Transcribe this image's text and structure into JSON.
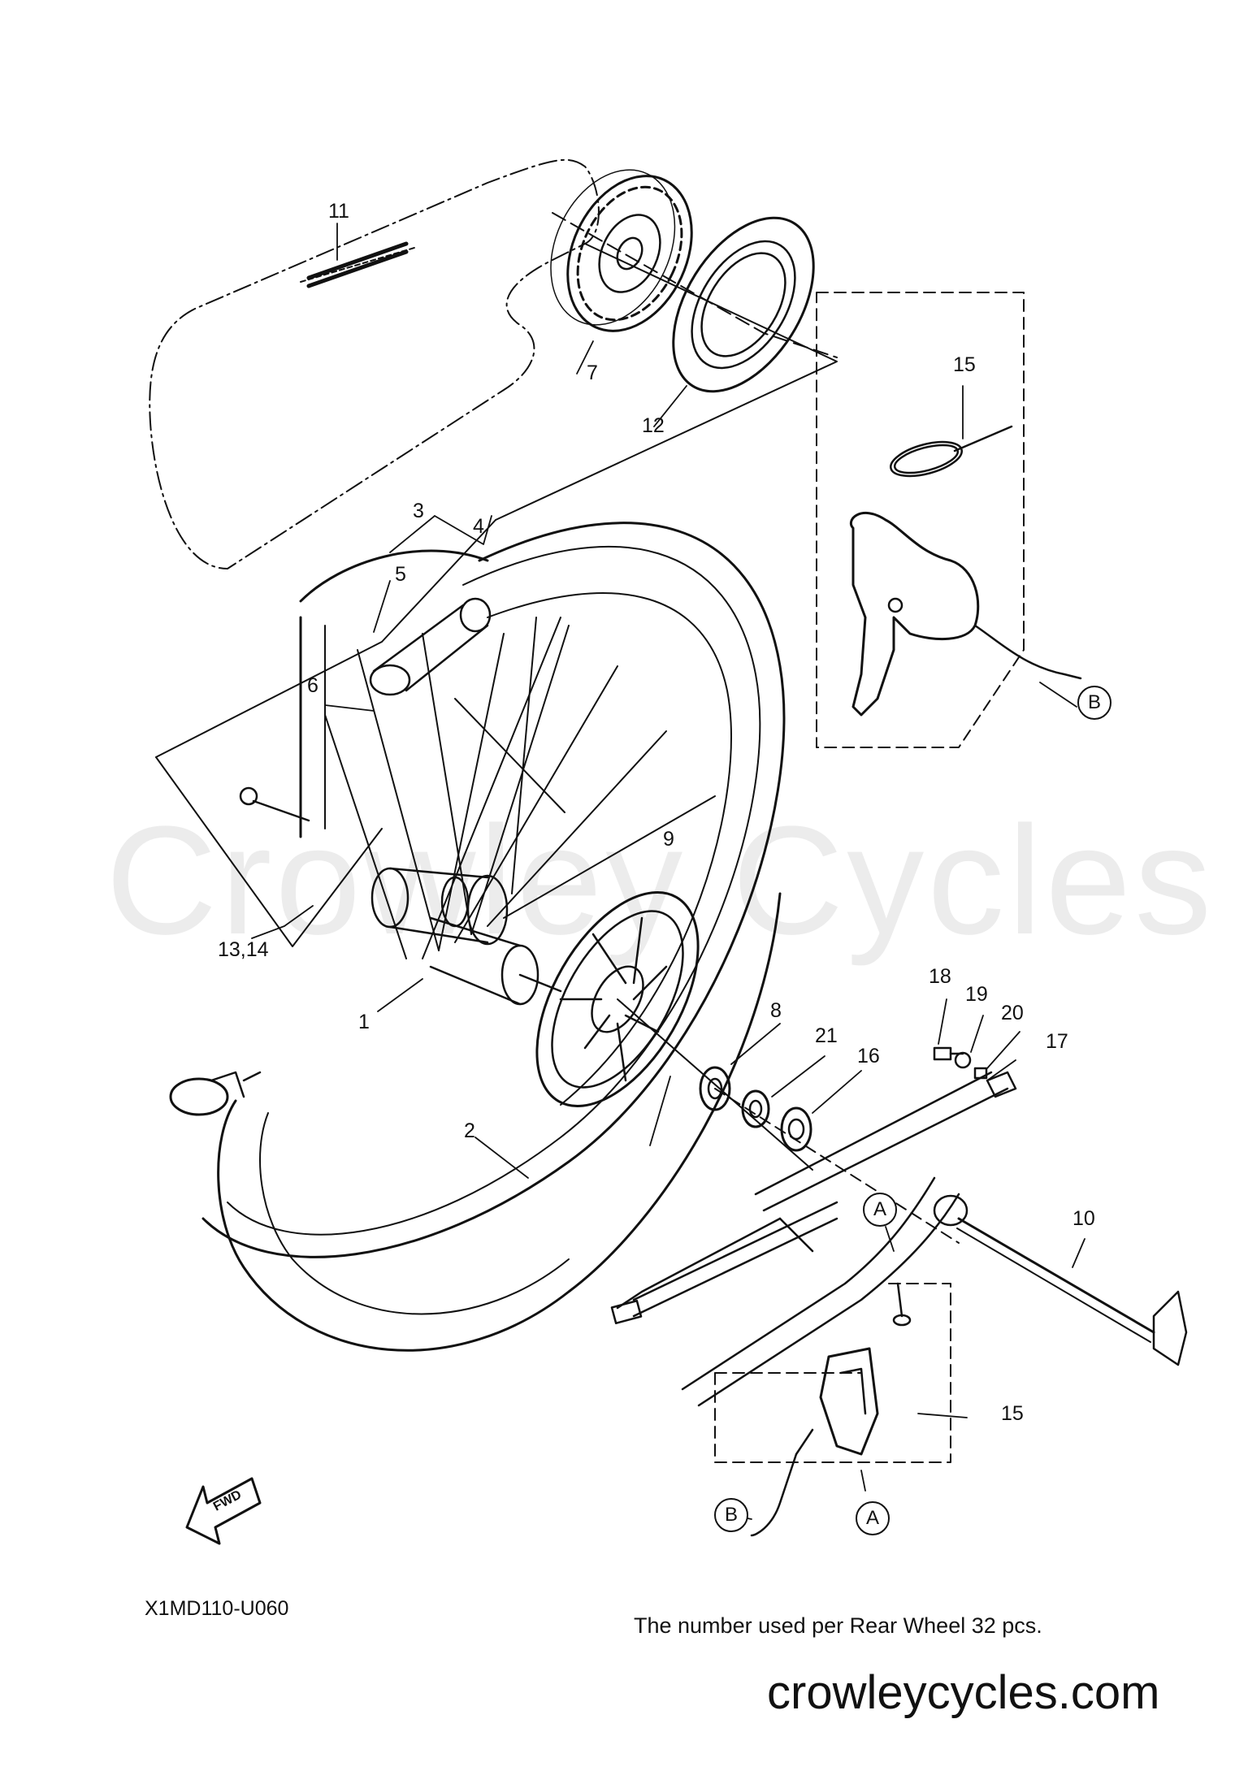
{
  "watermark": "Crowley Cycles",
  "diagram_code": "X1MD110-U060",
  "note": "The number used per Rear Wheel 32 pcs.",
  "website": "crowleycycles.com",
  "fwd_label": "FWD",
  "part_labels": {
    "p1": "1",
    "p2": "2",
    "p3": "3",
    "p4": "4",
    "p5": "5",
    "p6": "6",
    "p7": "7",
    "p8": "8",
    "p9": "9",
    "p10": "10",
    "p11": "11",
    "p12": "12",
    "p13_14": "13,14",
    "p15_top": "15",
    "p15_bottom": "15",
    "p16": "16",
    "p17": "17",
    "p18": "18",
    "p19": "19",
    "p20": "20",
    "p21": "21"
  },
  "ref_markers": {
    "a_upper": "A",
    "a_lower": "A",
    "b_right": "B",
    "b_left": "B"
  }
}
